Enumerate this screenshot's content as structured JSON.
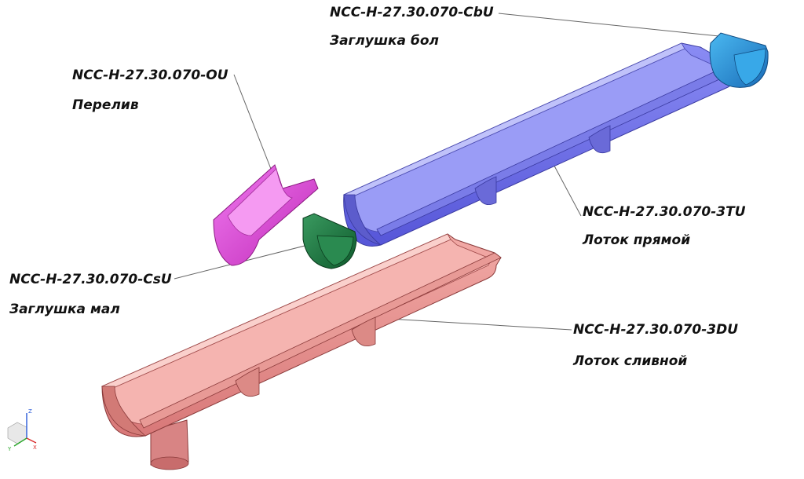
{
  "parts": [
    {
      "id": "cbu",
      "code": "NCC-H-27.30.070-CbU",
      "name": "Заглушка бол",
      "color": "#2a9ad8"
    },
    {
      "id": "ou",
      "code": "NCC-H-27.30.070-OU",
      "name": "Перелив",
      "color": "#e04ad8"
    },
    {
      "id": "3tu",
      "code": "NCC-H-27.30.070-3TU",
      "name": "Лоток прямой",
      "color": "#6a6ae8"
    },
    {
      "id": "csu",
      "code": "NCC-H-27.30.070-CsU",
      "name": "Заглушка мал",
      "color": "#1a7a40"
    },
    {
      "id": "3du",
      "code": "NCC-H-27.30.070-3DU",
      "name": "Лоток сливной",
      "color": "#e89090"
    }
  ],
  "triad": {
    "x": "X",
    "y": "Y",
    "z": "Z"
  }
}
